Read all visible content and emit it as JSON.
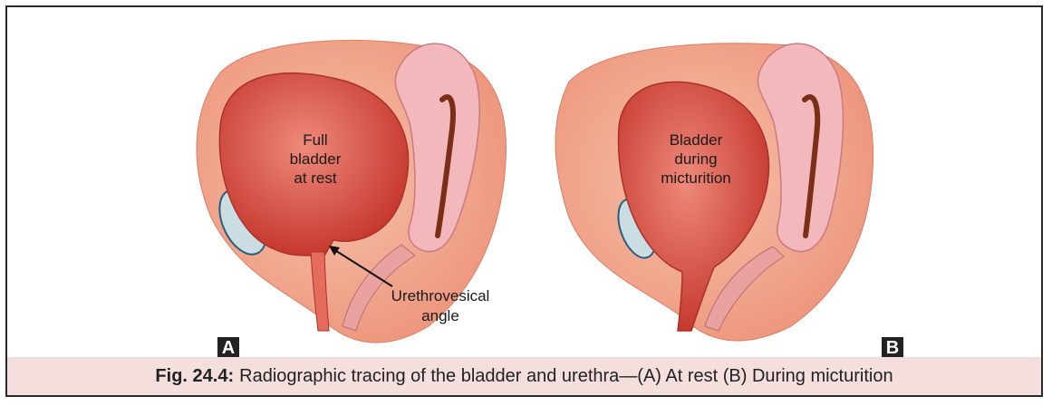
{
  "figure": {
    "number_label": "Fig. 24.4:",
    "caption_text": "Radiographic tracing of the bladder and urethra—(A) At rest (B) During micturition"
  },
  "panel_a": {
    "letter": "A",
    "bladder_label_line1": "Full",
    "bladder_label_line2": "bladder",
    "bladder_label_line3": "at rest",
    "angle_label_line1": "Urethrovesical",
    "angle_label_line2": "angle"
  },
  "panel_b": {
    "letter": "B",
    "bladder_label_line1": "Bladder",
    "bladder_label_line2": "during",
    "bladder_label_line3": "micturition"
  },
  "colors": {
    "frame": "#2a2a2a",
    "caption_background": "#f4dede",
    "pelvis_skin": "#f2a88c",
    "bladder": "#d9534a",
    "uterus": "#f3b8bc",
    "pubic_bone": "#c9dde3"
  }
}
